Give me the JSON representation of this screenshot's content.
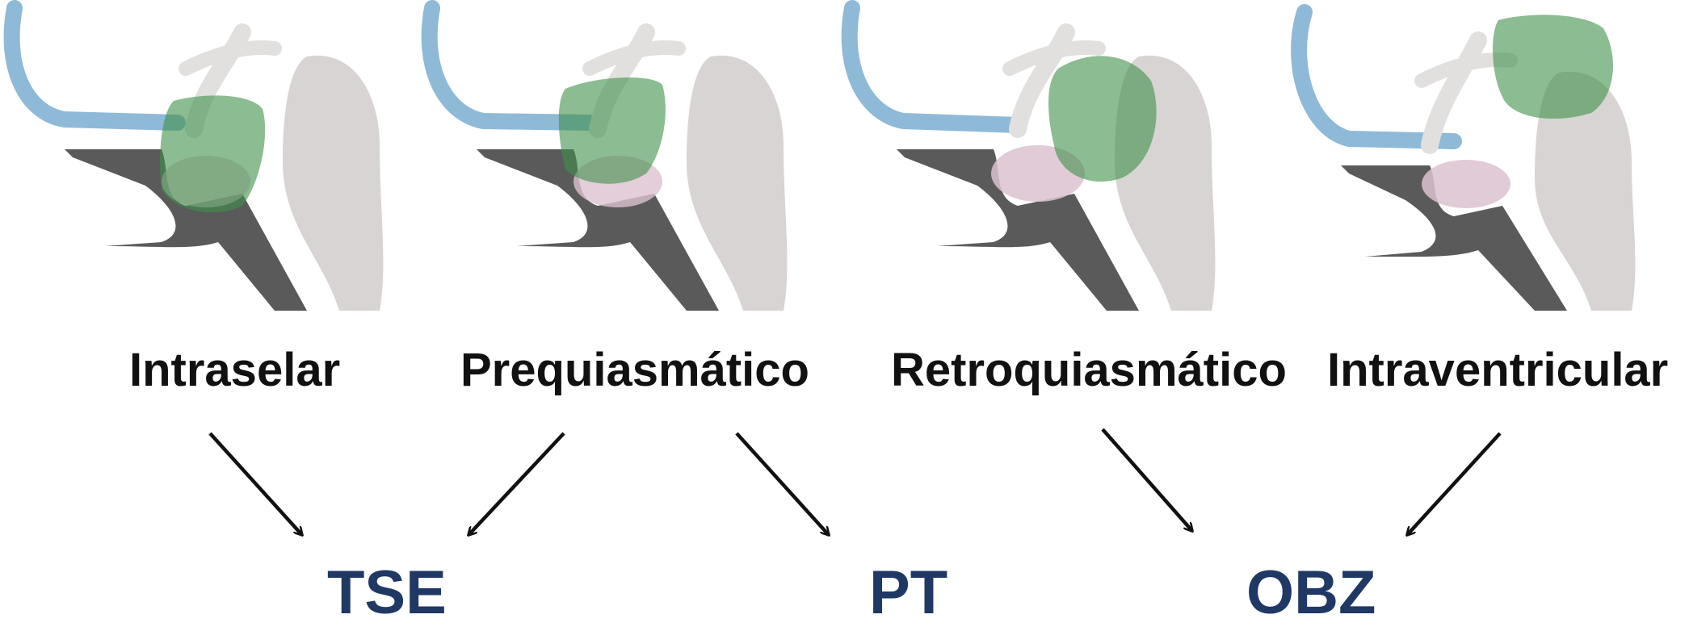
{
  "colors": {
    "skull_base": "#5a5a5a",
    "brainstem": "#d8d4d3",
    "optic_nerve": "#e2e0df",
    "ventricle_outline": "#8ebad8",
    "tumor": "#3f8f4a",
    "pituitary": "#dcc2cf",
    "approach_text": "#1f3864"
  },
  "locations": [
    {
      "label": "Intraselar"
    },
    {
      "label": "Prequiasmático"
    },
    {
      "label": "Retroquiasmático"
    },
    {
      "label": "Intraventricular"
    }
  ],
  "approaches": [
    {
      "label": "TSE"
    },
    {
      "label": "PT"
    },
    {
      "label": "OBZ"
    }
  ],
  "edges": [
    {
      "from": "Intraselar",
      "to": "TSE"
    },
    {
      "from": "Prequiasmático",
      "to": "TSE"
    },
    {
      "from": "Prequiasmático",
      "to": "PT"
    },
    {
      "from": "Retroquiasmático",
      "to": "OBZ"
    },
    {
      "from": "Intraventricular",
      "to": "OBZ"
    }
  ]
}
